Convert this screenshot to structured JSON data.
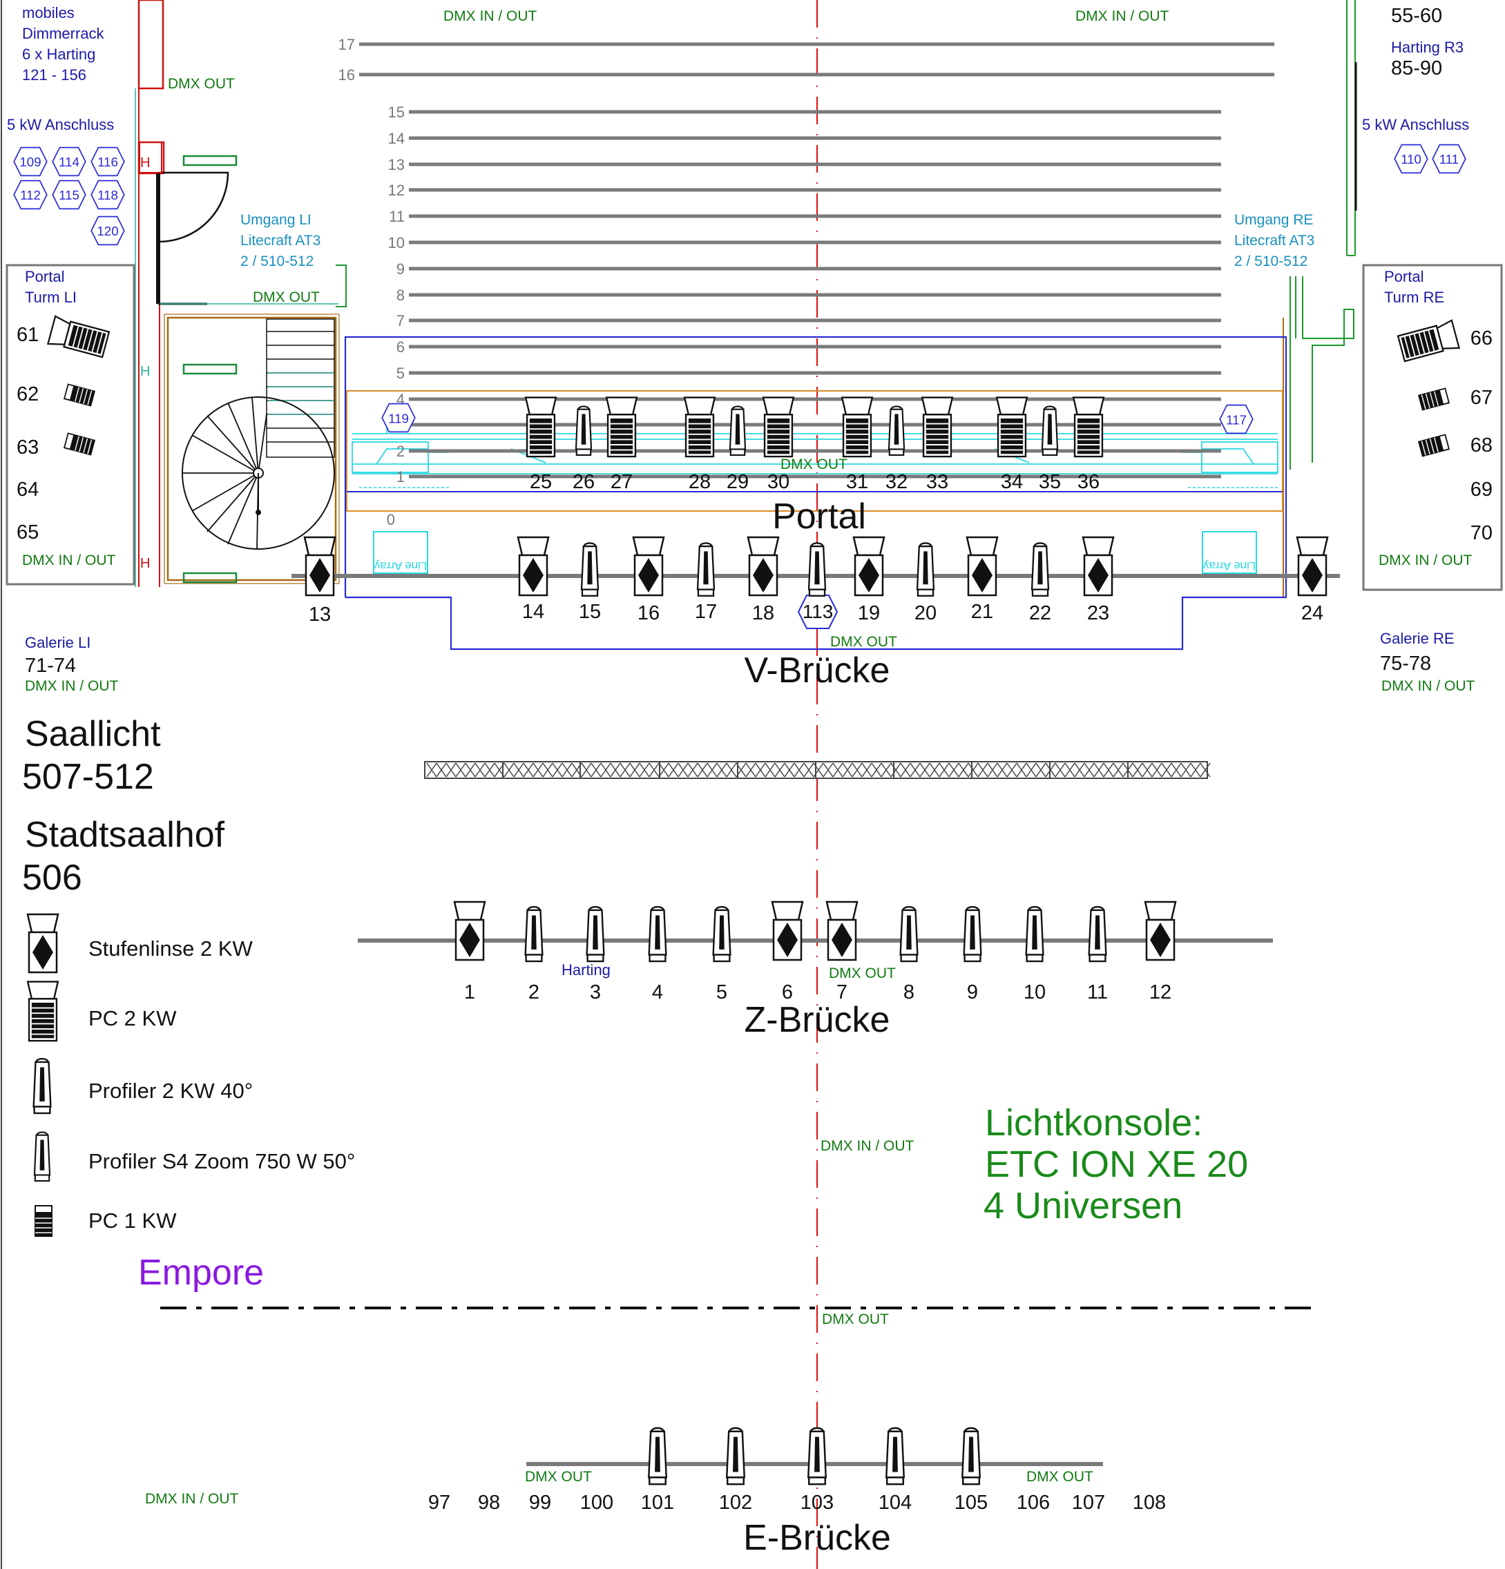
{
  "colors": {
    "blue_text": "#1a1aa6",
    "cyan_text": "#1a8fc0",
    "green_text": "#117a11",
    "purple": "#8a1ae0",
    "red": "#d11",
    "pipe": "#7a7a7a"
  },
  "labels": {
    "mobiles_1": "mobiles",
    "mobiles_2": "Dimmerrack",
    "mobiles_3": "6 x Harting",
    "mobiles_4": "121 - 156",
    "right_top_1": "55-60",
    "right_top_2": "Harting R3",
    "right_top_3": "85-90",
    "anschluss_li": "5 kW Anschluss",
    "anschluss_re": "5 kW Anschluss",
    "umgang_li_1": "Umgang LI",
    "umgang_li_2": "Litecraft AT3",
    "umgang_li_3": "2 / 510-512",
    "umgang_re_1": "Umgang RE",
    "umgang_re_2": "Litecraft AT3",
    "umgang_re_3": "2 / 510-512",
    "portal_li_1": "Portal",
    "portal_li_2": "Turm LI",
    "portal_re_1": "Portal",
    "portal_re_2": "Turm RE",
    "galerie_li": "Galerie LI",
    "galerie_li_ch": "71-74",
    "galerie_re": "Galerie RE",
    "galerie_re_ch": "75-78",
    "saallicht": "Saallicht",
    "saallicht_ch": "507-512",
    "stadtsaalhof": "Stadtsaalhof",
    "stadtsaalhof_ch": "506",
    "portal_title": "Portal",
    "v_bruecke": "V-Brücke",
    "z_bruecke": "Z-Brücke",
    "e_bruecke": "E-Brücke",
    "empore": "Empore",
    "konsole_1": "Lichtkonsole:",
    "konsole_2": "ETC ION XE 20",
    "konsole_3": "4 Universen",
    "harting": "Harting",
    "line_array": "Line Array",
    "dmx_in_out": "DMX IN / OUT",
    "dmx_out": "DMX OUT",
    "h": "H"
  },
  "legend": [
    {
      "type": "stufenlinse",
      "label": "Stufenlinse 2 KW"
    },
    {
      "type": "pc",
      "label": "PC 2 KW"
    },
    {
      "type": "profiler",
      "label": "Profiler 2 KW 40°"
    },
    {
      "type": "profilerS4",
      "label": "Profiler S4 Zoom 750 W 50°"
    },
    {
      "type": "pc1",
      "label": "PC 1 KW"
    }
  ],
  "pipes": [
    "17",
    "16",
    "15",
    "14",
    "13",
    "12",
    "11",
    "10",
    "9",
    "8",
    "7",
    "6",
    "5",
    "4",
    "3",
    "2",
    "1",
    "0"
  ],
  "hex_left": [
    "109",
    "114",
    "116",
    "112",
    "115",
    "118",
    "120"
  ],
  "hex_right": [
    "110",
    "111"
  ],
  "hex_portal": [
    "119",
    "117",
    "113"
  ],
  "portal_turm_li": [
    "61",
    "62",
    "63",
    "64",
    "65"
  ],
  "portal_turm_re": [
    "66",
    "67",
    "68",
    "69",
    "70"
  ],
  "portal_channels": [
    "25",
    "26",
    "27",
    "28",
    "29",
    "30",
    "31",
    "32",
    "33",
    "34",
    "35",
    "36"
  ],
  "v_channels": [
    "13",
    "14",
    "15",
    "16",
    "17",
    "18",
    "19",
    "20",
    "21",
    "22",
    "23",
    "24"
  ],
  "z_channels": [
    "1",
    "2",
    "3",
    "4",
    "5",
    "6",
    "7",
    "8",
    "9",
    "10",
    "11",
    "12"
  ],
  "e_channels": [
    "97",
    "98",
    "99",
    "100",
    "101",
    "102",
    "103",
    "104",
    "105",
    "106",
    "107",
    "108"
  ]
}
